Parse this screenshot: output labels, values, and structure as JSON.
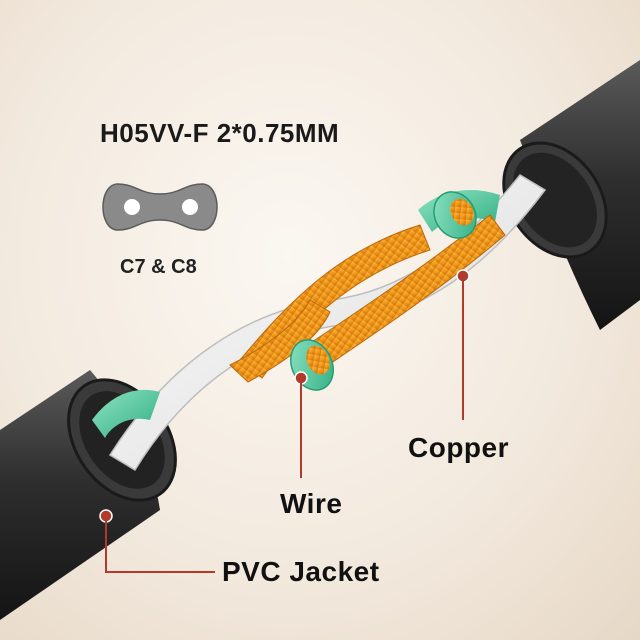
{
  "spec": {
    "title": "H05VV-F 2*0.75MM",
    "connector_caption": "C7 & C8"
  },
  "callouts": {
    "copper": "Copper",
    "wire": "Wire",
    "jacket": "PVC Jacket"
  },
  "colors": {
    "background": "#f3eadf",
    "jacket": "#2b2b2b",
    "insulation_white": "#ffffff",
    "insulation_green": "#4fc9a0",
    "copper": "#f39a1c",
    "callout_line": "#b23a2a",
    "connector_grey": "#8a8a8a"
  },
  "icons": [
    "c7-connector-icon"
  ]
}
